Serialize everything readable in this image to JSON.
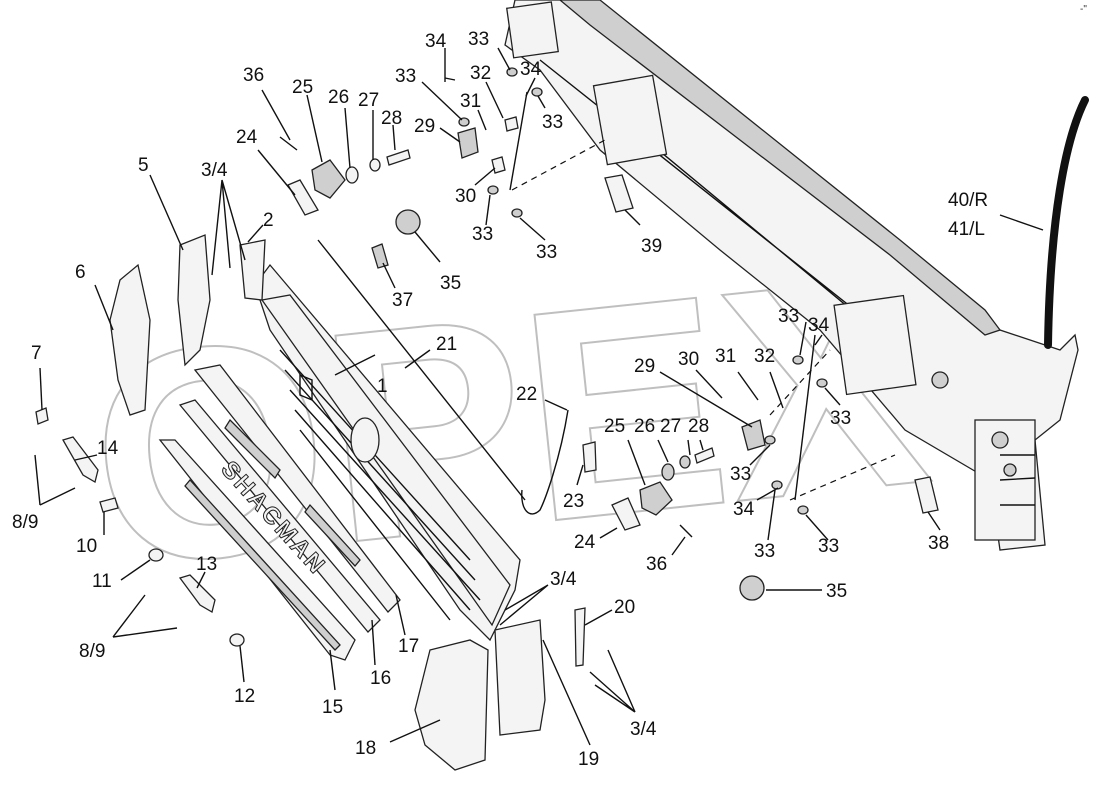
{
  "watermark": "OPEX",
  "brand_text": "SHACMAN",
  "corner_mark": "-\" ",
  "labels": {
    "l1": "1",
    "l2": "2",
    "l5": "5",
    "l6": "6",
    "l7": "7",
    "l10": "10",
    "l11": "11",
    "l12": "12",
    "l13": "13",
    "l14": "14",
    "l15": "15",
    "l16": "16",
    "l17": "17",
    "l18": "18",
    "l19": "19",
    "l20": "20",
    "l21": "21",
    "l22": "22",
    "l23": "23",
    "l24a": "24",
    "l24b": "24",
    "l25a": "25",
    "l25b": "25",
    "l26a": "26",
    "l26b": "26",
    "l27a": "27",
    "l27b": "27",
    "l28a": "28",
    "l28b": "28",
    "l29a": "29",
    "l29b": "29",
    "l30a": "30",
    "l30b": "30",
    "l31a": "31",
    "l31b": "31",
    "l32a": "32",
    "l32b": "32",
    "l33a": "33",
    "l33b": "33",
    "l33c": "33",
    "l33d": "33",
    "l33e": "33",
    "l33f": "33",
    "l33g": "33",
    "l33h": "33",
    "l33i": "33",
    "l33j": "33",
    "l34a": "34",
    "l34b": "34",
    "l34c": "34",
    "l34d": "34",
    "l35a": "35",
    "l35b": "35",
    "l36a": "36",
    "l36b": "36",
    "l37": "37",
    "l38": "38",
    "l39": "39",
    "l40": "40/R",
    "l41": "41/L",
    "l34_1": "3/4",
    "l34_2": "3/4",
    "l34_3": "3/4",
    "l89a": "8/9",
    "l89b": "8/9"
  }
}
